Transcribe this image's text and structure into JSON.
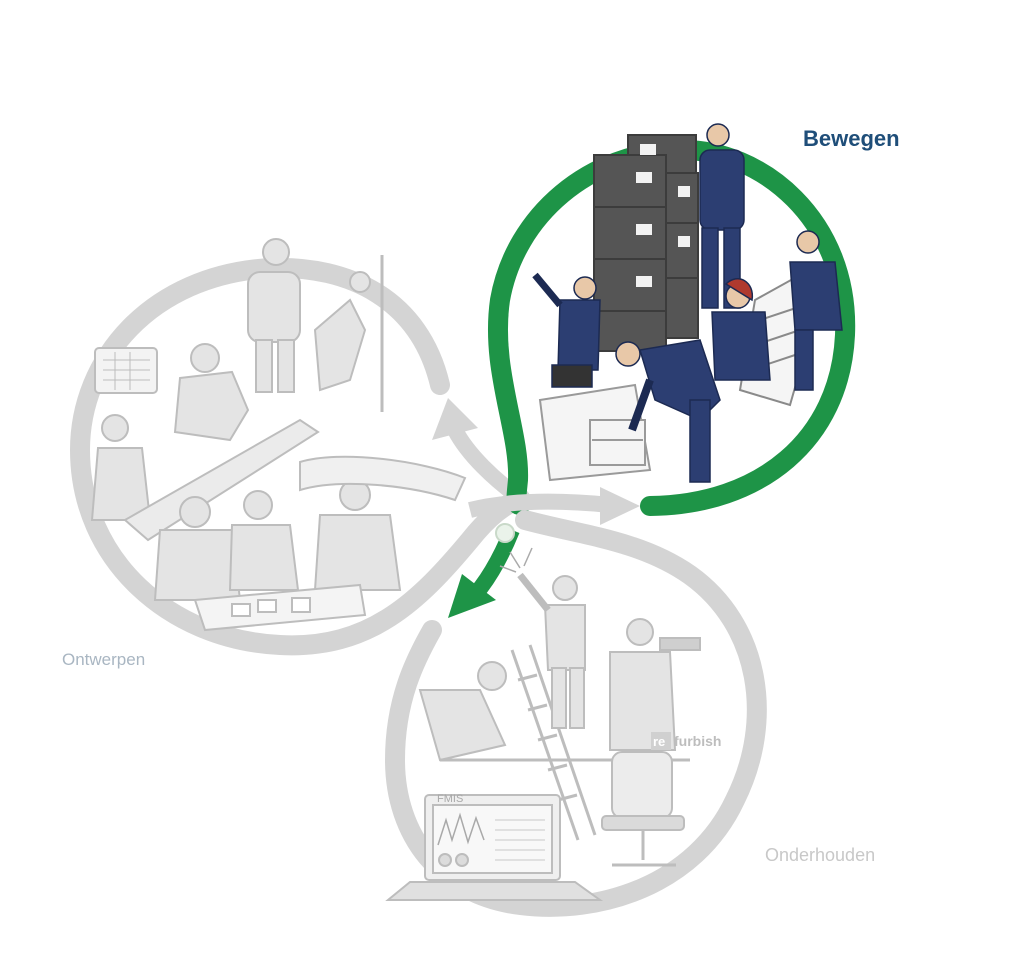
{
  "labels": {
    "move": "Bewegen",
    "design": "Ontwerpen",
    "maintain": "Onderhouden"
  },
  "illustration_text": {
    "refurbish_prefix": "re",
    "refurbish_word": "furbish",
    "laptop_screen_title": "FMIS"
  },
  "colors": {
    "active_loop": "#1e9447",
    "inactive_loop": "#d4d4d4",
    "active_label": "#1f4e79",
    "design_label": "#a9b6c2",
    "maintain_label": "#c8c8c8",
    "workwear": "#2c3e72",
    "sketch_gray": "#bdbdbd",
    "crate_gray": "#555555"
  },
  "icons": [
    "arrow-up-icon",
    "arrow-right-icon",
    "arrow-down-left-icon"
  ]
}
